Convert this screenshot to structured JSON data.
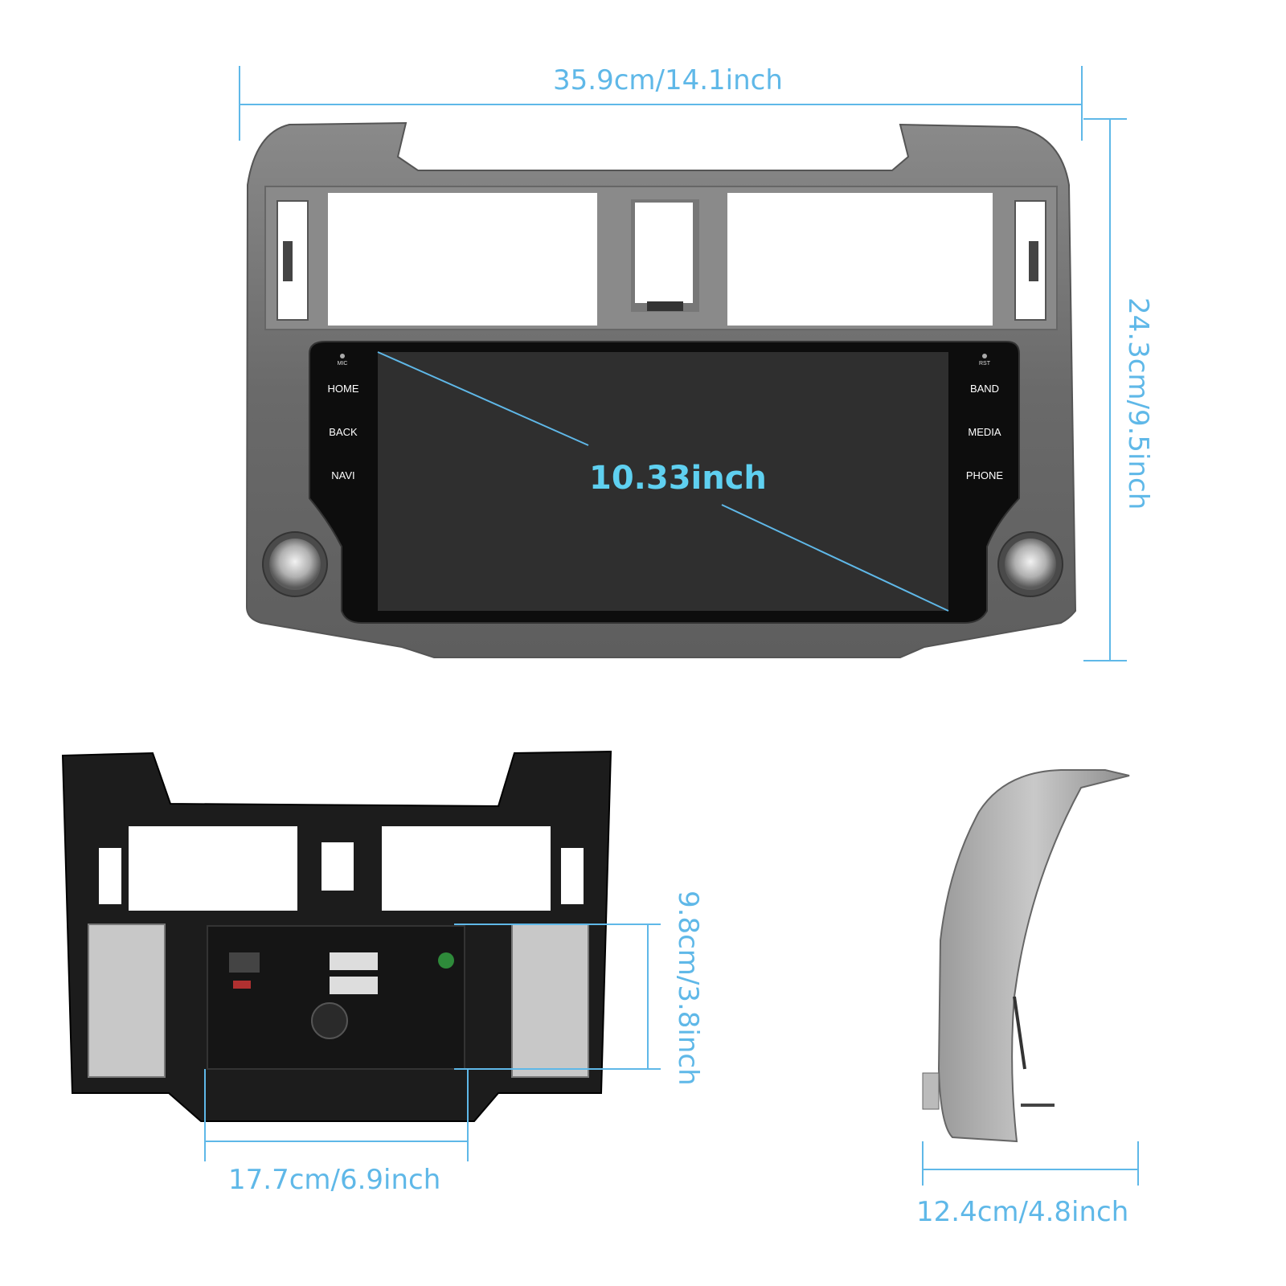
{
  "dimensions": {
    "front_width": "35.9cm/14.1inch",
    "front_height": "24.3cm/9.5inch",
    "screen_diagonal": "10.33inch",
    "back_width": "17.7cm/6.9inch",
    "back_height": "9.8cm/3.8inch",
    "side_depth": "12.4cm/4.8inch"
  },
  "front_panel": {
    "left_buttons": [
      "HOME",
      "BACK",
      "NAVI"
    ],
    "right_buttons": [
      "BAND",
      "MEDIA",
      "PHONE"
    ],
    "mic_label": "MIC",
    "rst_label": "RST"
  },
  "colors": {
    "dimension_lines": "#5fb8e8",
    "bezel_gray": "#6e6e6e",
    "screen_dark": "#2e2e2e",
    "back_black": "#1a1a1a"
  }
}
